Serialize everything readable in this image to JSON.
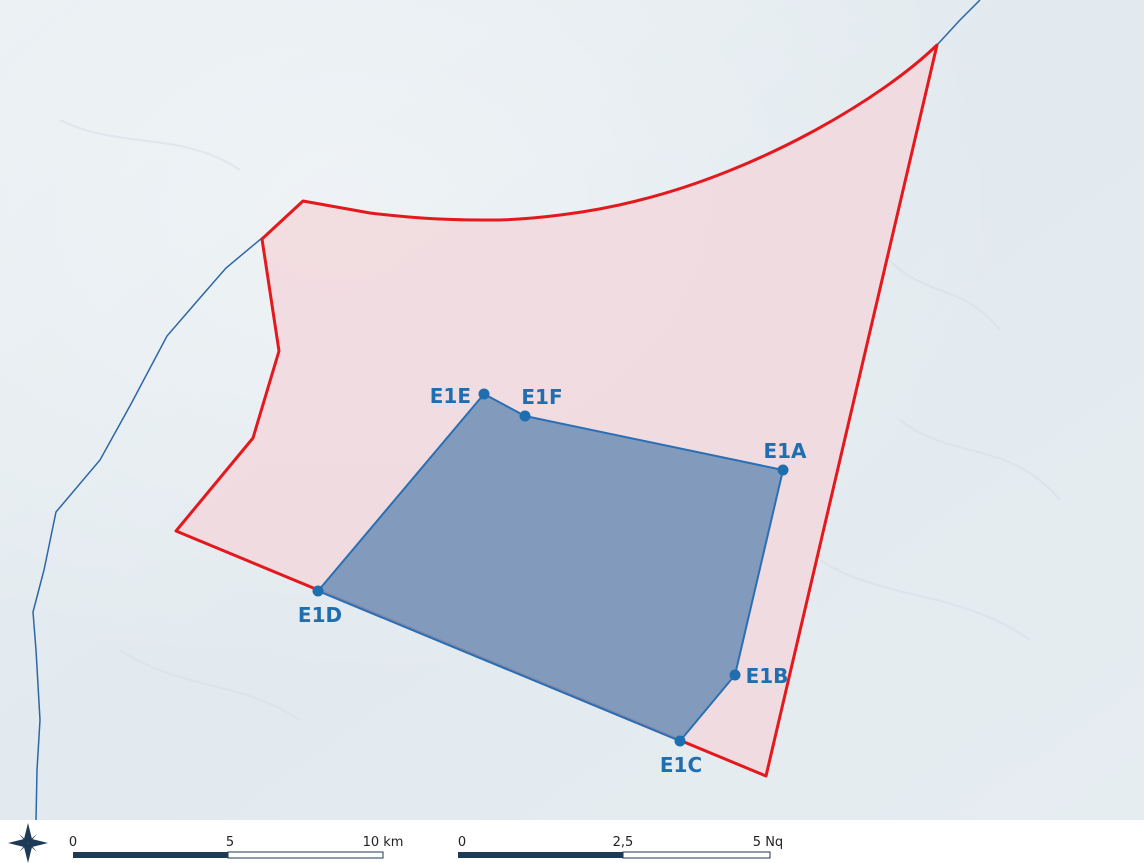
{
  "colors": {
    "sea_light": "#eaf0f3",
    "sea_mid": "#dfe8ee",
    "outer_zone_stroke": "#e3191e",
    "outer_zone_fill": "#f2d7dc",
    "inner_zone_stroke": "#2a6fb3",
    "inner_zone_fill": "#7593b8",
    "coastline": "#2d66a6",
    "label": "#1f6fb0",
    "scale_dark": "#1e3a56"
  },
  "points": [
    {
      "id": "E1A",
      "label": "E1A"
    },
    {
      "id": "E1B",
      "label": "E1B"
    },
    {
      "id": "E1C",
      "label": "E1C"
    },
    {
      "id": "E1D",
      "label": "E1D"
    },
    {
      "id": "E1E",
      "label": "E1E"
    },
    {
      "id": "E1F",
      "label": "E1F"
    }
  ],
  "scale_km": {
    "ticks": [
      "0",
      "5",
      "10 km"
    ]
  },
  "scale_nm": {
    "ticks": [
      "0",
      "2,5",
      "5 Nq"
    ]
  },
  "north_arrow_icon": "compass-star-icon"
}
